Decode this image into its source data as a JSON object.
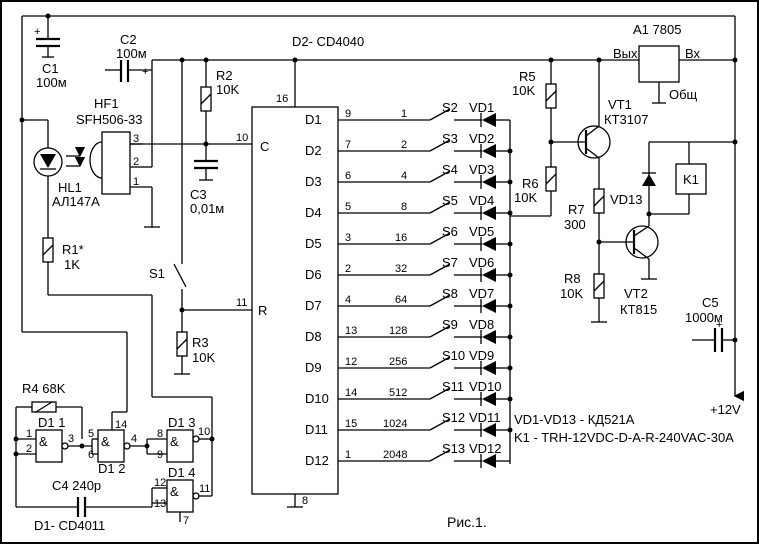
{
  "diagram": {
    "figure_caption": "Рис.1.",
    "chips": {
      "d2": {
        "title": "D2- CD4040",
        "pin_vdd": "16",
        "pin_gnd": "8",
        "pin_clock": "10",
        "pin_reset": "11",
        "label_clock": "C",
        "label_reset": "R"
      },
      "a1": {
        "title": "A1 7805",
        "out": "Вых",
        "in": "Вх",
        "gnd": "Общ"
      },
      "d1": {
        "title": "D1- CD4011"
      }
    },
    "outputs": [
      {
        "name": "D1",
        "pin": "9",
        "weight": "1",
        "switch": "S2",
        "diode": "VD1"
      },
      {
        "name": "D2",
        "pin": "7",
        "weight": "2",
        "switch": "S3",
        "diode": "VD2"
      },
      {
        "name": "D3",
        "pin": "6",
        "weight": "4",
        "switch": "S4",
        "diode": "VD3"
      },
      {
        "name": "D4",
        "pin": "5",
        "weight": "8",
        "switch": "S5",
        "diode": "VD4"
      },
      {
        "name": "D5",
        "pin": "3",
        "weight": "16",
        "switch": "S6",
        "diode": "VD5"
      },
      {
        "name": "D6",
        "pin": "2",
        "weight": "32",
        "switch": "S7",
        "diode": "VD6"
      },
      {
        "name": "D7",
        "pin": "4",
        "weight": "64",
        "switch": "S8",
        "diode": "VD7"
      },
      {
        "name": "D8",
        "pin": "13",
        "weight": "128",
        "switch": "S9",
        "diode": "VD8"
      },
      {
        "name": "D9",
        "pin": "12",
        "weight": "256",
        "switch": "S10",
        "diode": "VD9"
      },
      {
        "name": "D10",
        "pin": "14",
        "weight": "512",
        "switch": "S11",
        "diode": "VD10"
      },
      {
        "name": "D11",
        "pin": "15",
        "weight": "1024",
        "switch": "S12",
        "diode": "VD11"
      },
      {
        "name": "D12",
        "pin": "1",
        "weight": "2048",
        "switch": "S13",
        "diode": "VD12"
      }
    ],
    "components": {
      "c1": {
        "name": "C1",
        "value": "100м"
      },
      "c2": {
        "name": "C2",
        "value": "100м"
      },
      "c3": {
        "name": "C3",
        "value": "0,01м"
      },
      "c4": {
        "name": "C4 240p"
      },
      "c5": {
        "name": "C5",
        "value": "1000м"
      },
      "r1": {
        "name": "R1*",
        "value": "1K"
      },
      "r2": {
        "name": "R2",
        "value": "10K"
      },
      "r3": {
        "name": "R3",
        "value": "10K"
      },
      "r4": {
        "name": "R4 68K"
      },
      "r5": {
        "name": "R5",
        "value": "10K"
      },
      "r6": {
        "name": "R6",
        "value": "10K"
      },
      "r7": {
        "name": "R7",
        "value": "300"
      },
      "r8": {
        "name": "R8",
        "value": "10K"
      },
      "hf1": {
        "name": "HF1",
        "part": "SFH506-33",
        "pin1": "1",
        "pin2": "2",
        "pin3": "3"
      },
      "hl1": {
        "name": "HL1",
        "part": "АЛ147А"
      },
      "s1": {
        "name": "S1"
      },
      "vt1": {
        "name": "VT1",
        "part": "КТ3107"
      },
      "vt2": {
        "name": "VT2",
        "part": "КТ815"
      },
      "vd13": {
        "name": "VD13"
      },
      "k1": {
        "name": "K1"
      }
    },
    "gates": {
      "g1": {
        "label": "D1 1",
        "sym": "&",
        "in1": "1",
        "in2": "2",
        "out": "3"
      },
      "g2": {
        "label": "D1 2",
        "sym": "&",
        "in1": "5",
        "in2": "6",
        "out": "4",
        "vdd": "14"
      },
      "g3": {
        "label": "D1 3",
        "sym": "&",
        "in1": "8",
        "in2": "9",
        "out": "10"
      },
      "g4": {
        "label": "D1 4",
        "sym": "&",
        "in1": "12",
        "in2": "13",
        "out": "11",
        "gnd": "7"
      }
    },
    "supply": "+12V",
    "notes": {
      "diodes": "VD1-VD13 - КД521А",
      "relay": "K1 - TRH-12VDC-D-A-R-240VAC-30A"
    },
    "polarity": "+"
  }
}
